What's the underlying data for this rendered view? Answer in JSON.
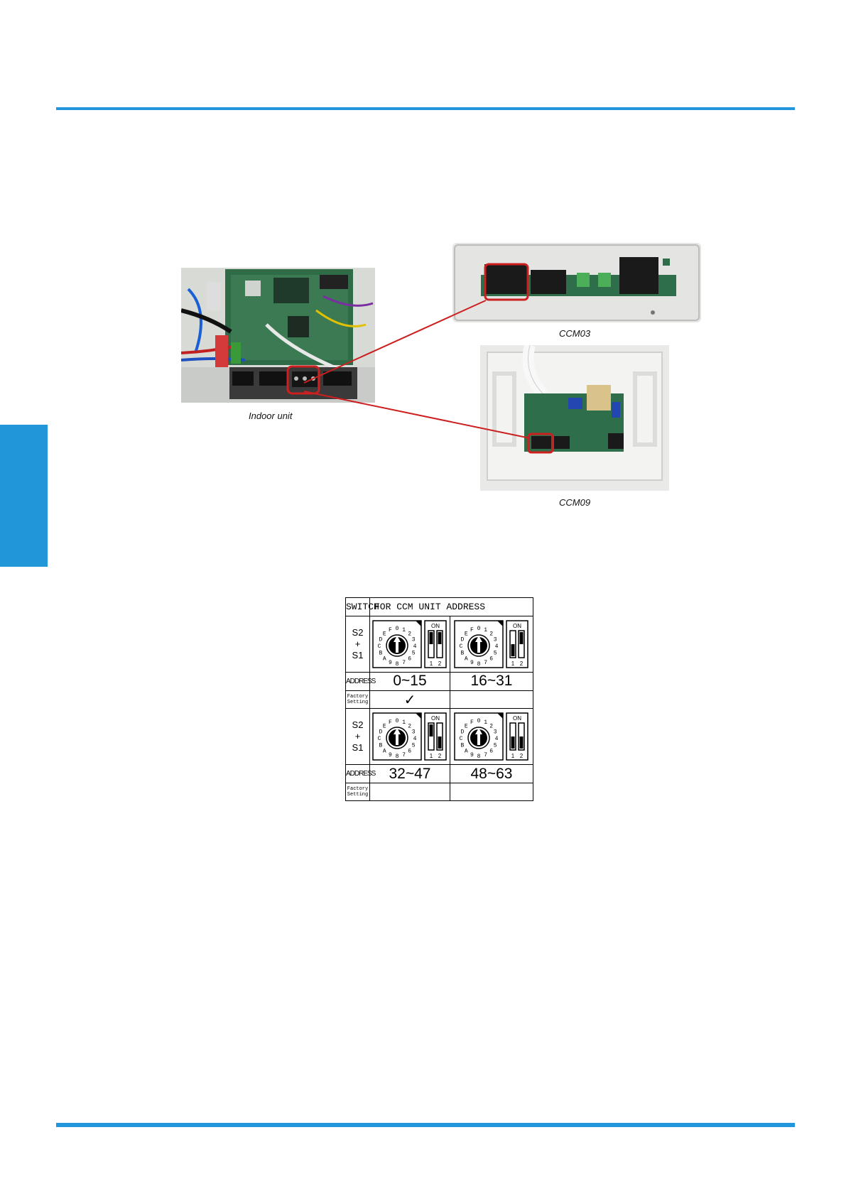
{
  "captions": {
    "indoor": "Indoor unit",
    "ccm03": "CCM03",
    "ccm09": "CCM09"
  },
  "switch_table": {
    "header_switch": "SWITCH",
    "header_title": "FOR CCM UNIT ADDRESS",
    "switch_label_top": "S2",
    "switch_label_plus": "+",
    "switch_label_bottom": "S1",
    "address_label": "ADDRESS",
    "factory_label_1": "Factory",
    "factory_label_2": "Setting",
    "dial_digits": [
      "0",
      "1",
      "2",
      "3",
      "4",
      "5",
      "6",
      "7",
      "8",
      "9",
      "A",
      "B",
      "C",
      "D",
      "E",
      "F"
    ],
    "dip_on": "ON",
    "dip_1": "1",
    "dip_2": "2",
    "ranges": [
      "0~15",
      "16~31",
      "32~47",
      "48~63"
    ],
    "factory_mark": "✓"
  },
  "colors": {
    "accent": "#2196d8",
    "highlight": "#cc1f1f"
  }
}
